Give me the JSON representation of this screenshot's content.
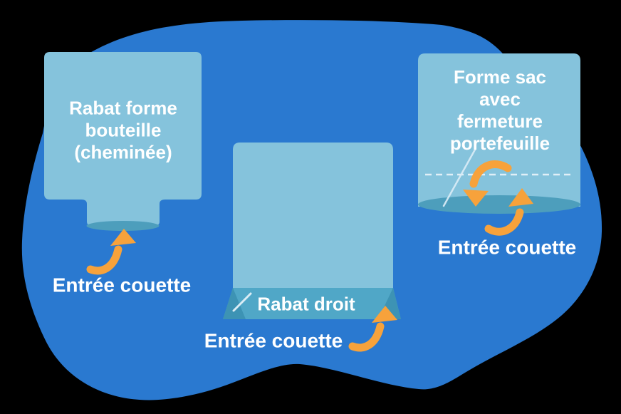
{
  "colors": {
    "background": "#000000",
    "blob": "#2a79d0",
    "card": "#85c3dc",
    "fold": "#50a7c7",
    "fold_dark": "#3d93b4",
    "opening": "#4d9ebc",
    "arrow": "#f7a23b",
    "seam": "#d9ecf5",
    "dash": "#eaf4f9",
    "text": "#ffffff"
  },
  "diagram": {
    "left_card": {
      "title": "Rabat forme\nbouteille\n(cheminée)",
      "label": "Entrée couette"
    },
    "middle_card": {
      "flap_label": "Rabat droit",
      "label": "Entrée couette"
    },
    "right_card": {
      "title": "Forme sac avec\nfermeture\nportefeuille",
      "label": "Entrée couette"
    }
  }
}
